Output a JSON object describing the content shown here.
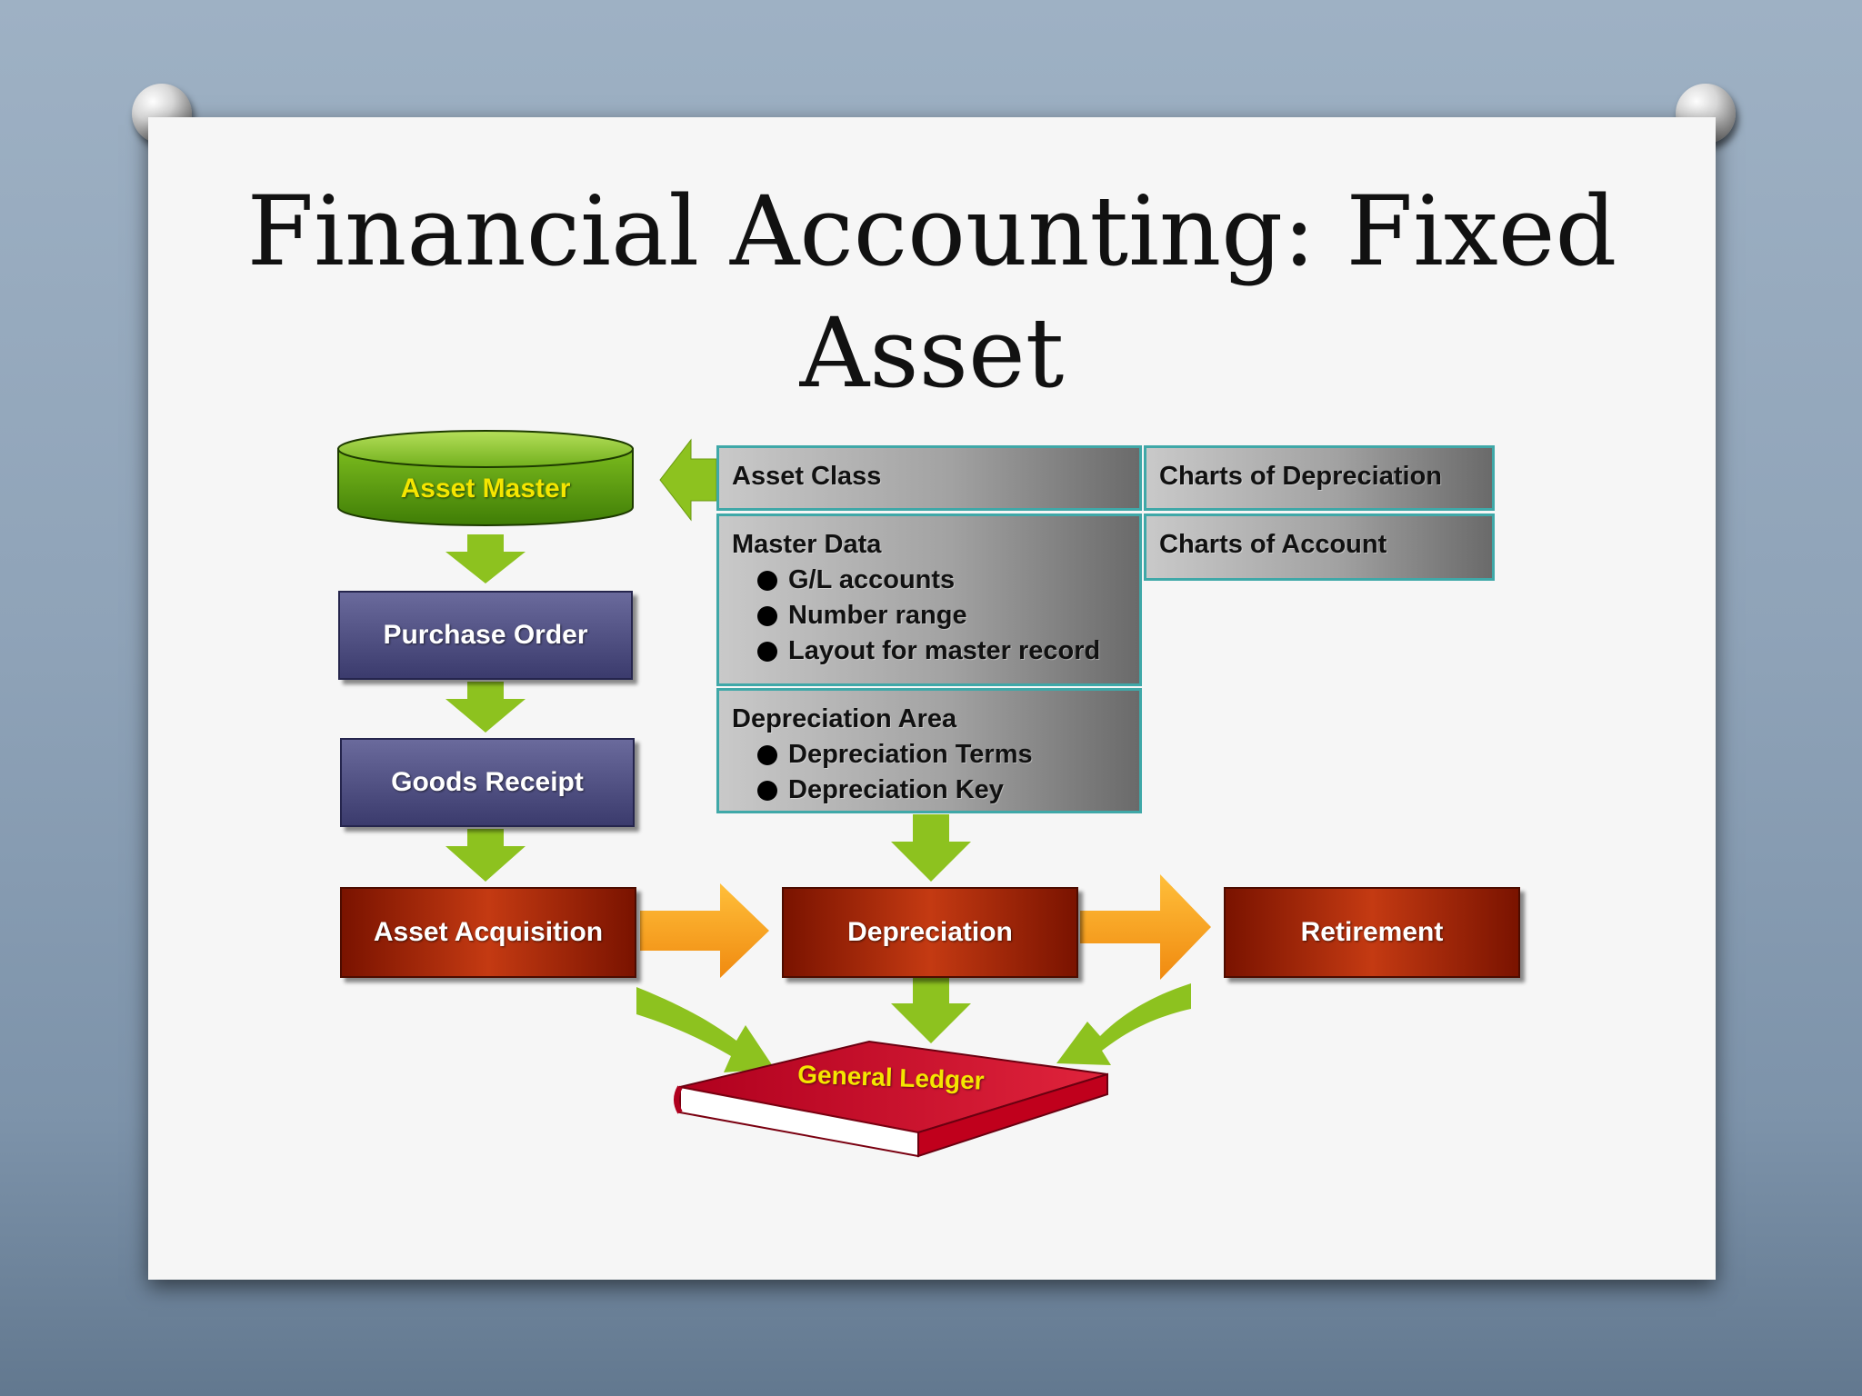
{
  "slide": {
    "title_line1": "Financial Accounting: Fixed",
    "title_line2": "Asset"
  },
  "diagram": {
    "asset_master": "Asset Master",
    "purchase_order": "Purchase Order",
    "goods_receipt": "Goods Receipt",
    "asset_acquisition": "Asset Acquisition",
    "depreciation": "Depreciation",
    "retirement": "Retirement",
    "general_ledger": "General Ledger",
    "asset_class": "Asset Class",
    "charts_of_depreciation": "Charts of Depreciation",
    "charts_of_account": "Charts of Account",
    "master_data": {
      "heading": "Master Data",
      "items": [
        "G/L accounts",
        "Number range",
        "Layout for master record"
      ]
    },
    "depreciation_area": {
      "heading": "Depreciation Area",
      "items": [
        "Depreciation Terms",
        "Depreciation Key"
      ]
    }
  },
  "colors": {
    "green_arrow": "#8dc21f",
    "orange_arrow": "#f7a21b",
    "yellow_text": "#f5e600",
    "teal_border": "#3fa8a8"
  }
}
